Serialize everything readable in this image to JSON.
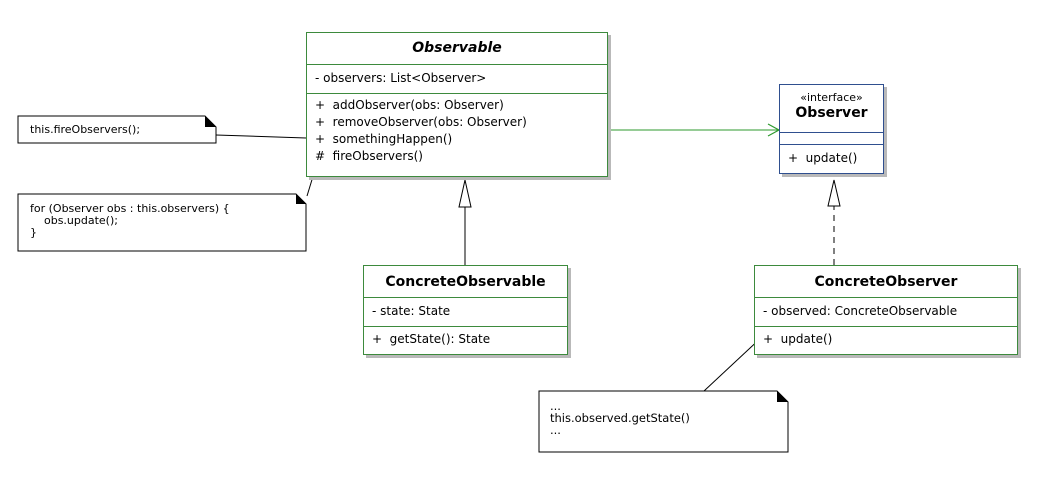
{
  "classes": {
    "observable": {
      "name": "Observable",
      "attributes": [
        "- observers: List<Observer>"
      ],
      "operations": [
        "+  addObserver(obs: Observer)",
        "+  removeObserver(obs: Observer)",
        "+  somethingHappen()",
        "#  fireObservers()"
      ]
    },
    "observer": {
      "stereotype": "«interface»",
      "name": "Observer",
      "attributes": [],
      "operations": [
        "+  update()"
      ]
    },
    "concrete_observable": {
      "name": "ConcreteObservable",
      "attributes": [
        "- state: State"
      ],
      "operations": [
        "+  getState(): State"
      ]
    },
    "concrete_observer": {
      "name": "ConcreteObserver",
      "attributes": [
        "- observed: ConcreteObservable"
      ],
      "operations": [
        "+  update()"
      ]
    }
  },
  "notes": {
    "fire_observers_call": "this.fireObservers();",
    "for_loop": "for (Observer obs : this.observers) {\n    obs.update();\n}",
    "get_state_call": "...\nthis.observed.getState()\n..."
  },
  "colors": {
    "class_border": "#3d8a3d",
    "interface_border": "#2f4f8f",
    "shadow": "#b9b9b9",
    "association_line": "#2e9a2e"
  }
}
